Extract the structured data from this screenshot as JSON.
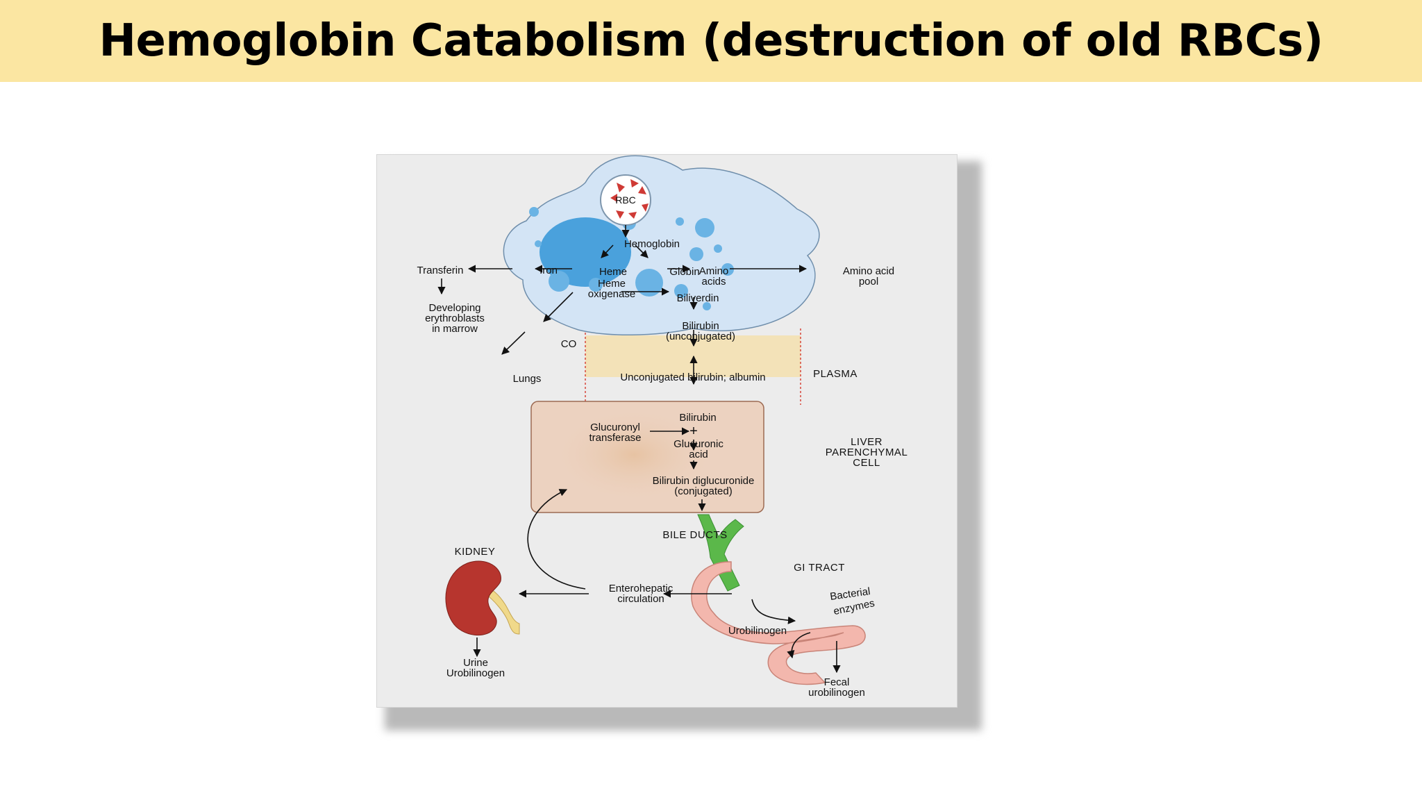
{
  "title": "Hemoglobin Catabolism (destruction of old RBCs)",
  "diagram": {
    "rbc": "RBC",
    "hemoglobin": "Hemoglobin",
    "heme": "Heme",
    "globin": "Globin",
    "amino_acids": [
      "Amino",
      "acids"
    ],
    "amino_acid_pool": [
      "Amino acid",
      "pool"
    ],
    "iron": "Iron",
    "transferrin": "Transferin",
    "developing": [
      "Developing",
      "erythroblasts",
      "in marrow"
    ],
    "heme_oxygenase": [
      "Heme",
      "oxigenase"
    ],
    "biliverdin": "Biliverdin",
    "bilirubin_unconj": [
      "Bilirubin",
      "(unconjugated)"
    ],
    "co": "CO",
    "lungs": "Lungs",
    "plasma_content": "Unconjugated bilirubin; albumin",
    "plasma": "PLASMA",
    "bilirubin": "Bilirubin",
    "plus": "+",
    "glucuronyl": [
      "Glucuronyl",
      "transferase"
    ],
    "glucuronic_acid": [
      "Glucuronic",
      "acid"
    ],
    "diglucuronide": [
      "Bilirubin diglucuronide",
      "(conjugated)"
    ],
    "liver": [
      "LIVER",
      "PARENCHYMAL",
      "CELL"
    ],
    "bile_ducts": "BILE DUCTS",
    "kidney": "KIDNEY",
    "enterohepatic": [
      "Enterohepatic",
      "circulation"
    ],
    "gi_tract": "GI TRACT",
    "bacterial_enzymes": [
      "Bacterial",
      "enzymes"
    ],
    "urobilinogen": "Urobilinogen",
    "urine_urobilinogen": [
      "Urine",
      "Urobilinogen"
    ],
    "fecal_urobilinogen": [
      "Fecal",
      "urobilinogen"
    ]
  },
  "colors": {
    "title_band": "#fbe6a2",
    "macrophage_fill": "#d3e4f5",
    "nucleus": "#4aa1dc",
    "plasma_band": "#f3e2b8",
    "liver_cell": "#ecd2c0",
    "bile_duct": "#5bb84a",
    "gi_tract": "#f3b7ad",
    "kidney": "#b7352e"
  }
}
